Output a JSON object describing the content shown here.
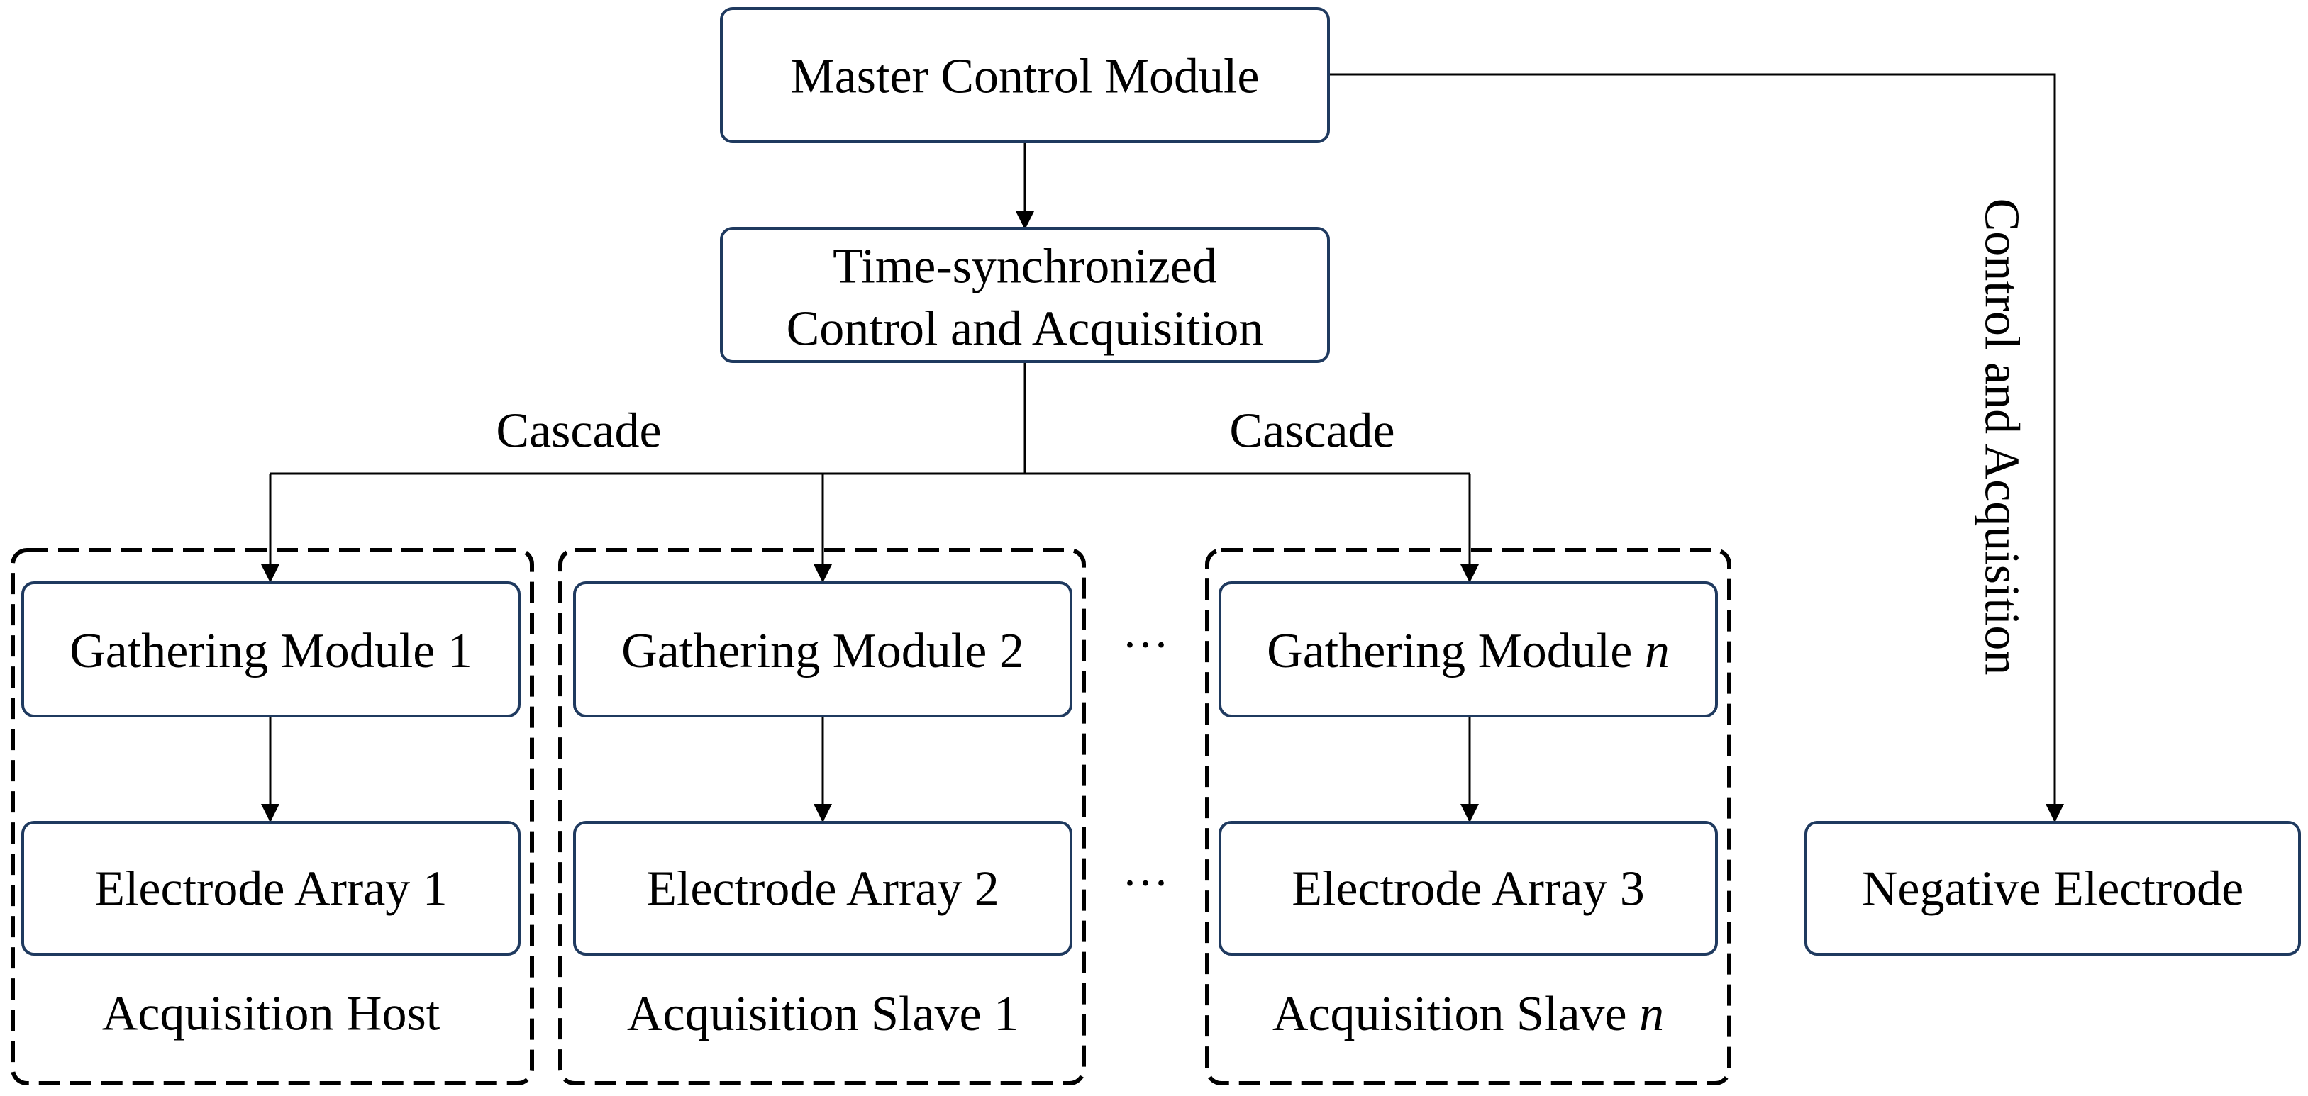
{
  "master_control": {
    "label": "Master Control Module"
  },
  "time_sync": {
    "line1": "Time-synchronized",
    "line2": "Control and Acquisition"
  },
  "cascade_labels": [
    "Cascade",
    "Cascade"
  ],
  "vertical_link_label": "Control and Acquisition",
  "groups": [
    {
      "gathering": {
        "prefix": "Gathering Module",
        "suffix": "1"
      },
      "electrode": "Electrode Array 1",
      "group_label": {
        "prefix": "Acquisition Host",
        "suffix": ""
      }
    },
    {
      "gathering": {
        "prefix": "Gathering Module",
        "suffix": "2"
      },
      "electrode": "Electrode Array 2",
      "group_label": {
        "prefix": "Acquisition Slave",
        "suffix": "1"
      }
    },
    {
      "gathering": {
        "prefix": "Gathering Module",
        "suffix": "n"
      },
      "electrode": "Electrode Array 3",
      "group_label": {
        "prefix": "Acquisition Slave",
        "suffix": "n"
      }
    }
  ],
  "ellipsis": "···",
  "negative_electrode": {
    "label": "Negative Electrode"
  },
  "colors": {
    "box_border": "#1f3a5f",
    "line": "#000000",
    "text": "#000000",
    "background": "#ffffff"
  }
}
